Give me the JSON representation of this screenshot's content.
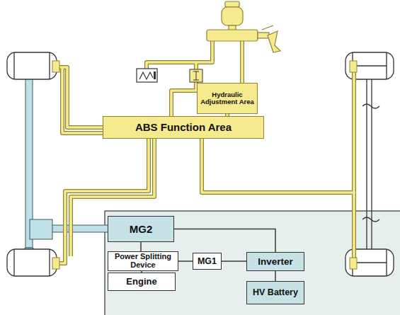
{
  "diagram": {
    "nodes": [
      {
        "text": [
          "Hydraulic Adjustment Area"
        ]
      },
      {
        "text": [
          "ABS Function Area"
        ]
      },
      {
        "text": [
          "MG2"
        ]
      },
      {
        "text": [
          "Power Splitting Device"
        ]
      },
      {
        "text": [
          "MG1"
        ]
      },
      {
        "text": [
          "Inverter"
        ]
      },
      {
        "text": [
          "Engine"
        ]
      },
      {
        "text": [
          "HV Battery"
        ]
      }
    ],
    "edges": [
      {
        "from": 0,
        "to": 1,
        "arrow": "none"
      },
      {
        "from": 2,
        "to": 3,
        "arrow": "none"
      },
      {
        "from": 3,
        "to": 4,
        "arrow": "none"
      },
      {
        "from": 4,
        "to": 5,
        "arrow": "none"
      },
      {
        "from": 2,
        "to": 5,
        "arrow": "none"
      },
      {
        "from": 5,
        "to": 7,
        "arrow": "none"
      },
      {
        "from": 3,
        "to": 6,
        "arrow": "none"
      }
    ]
  }
}
